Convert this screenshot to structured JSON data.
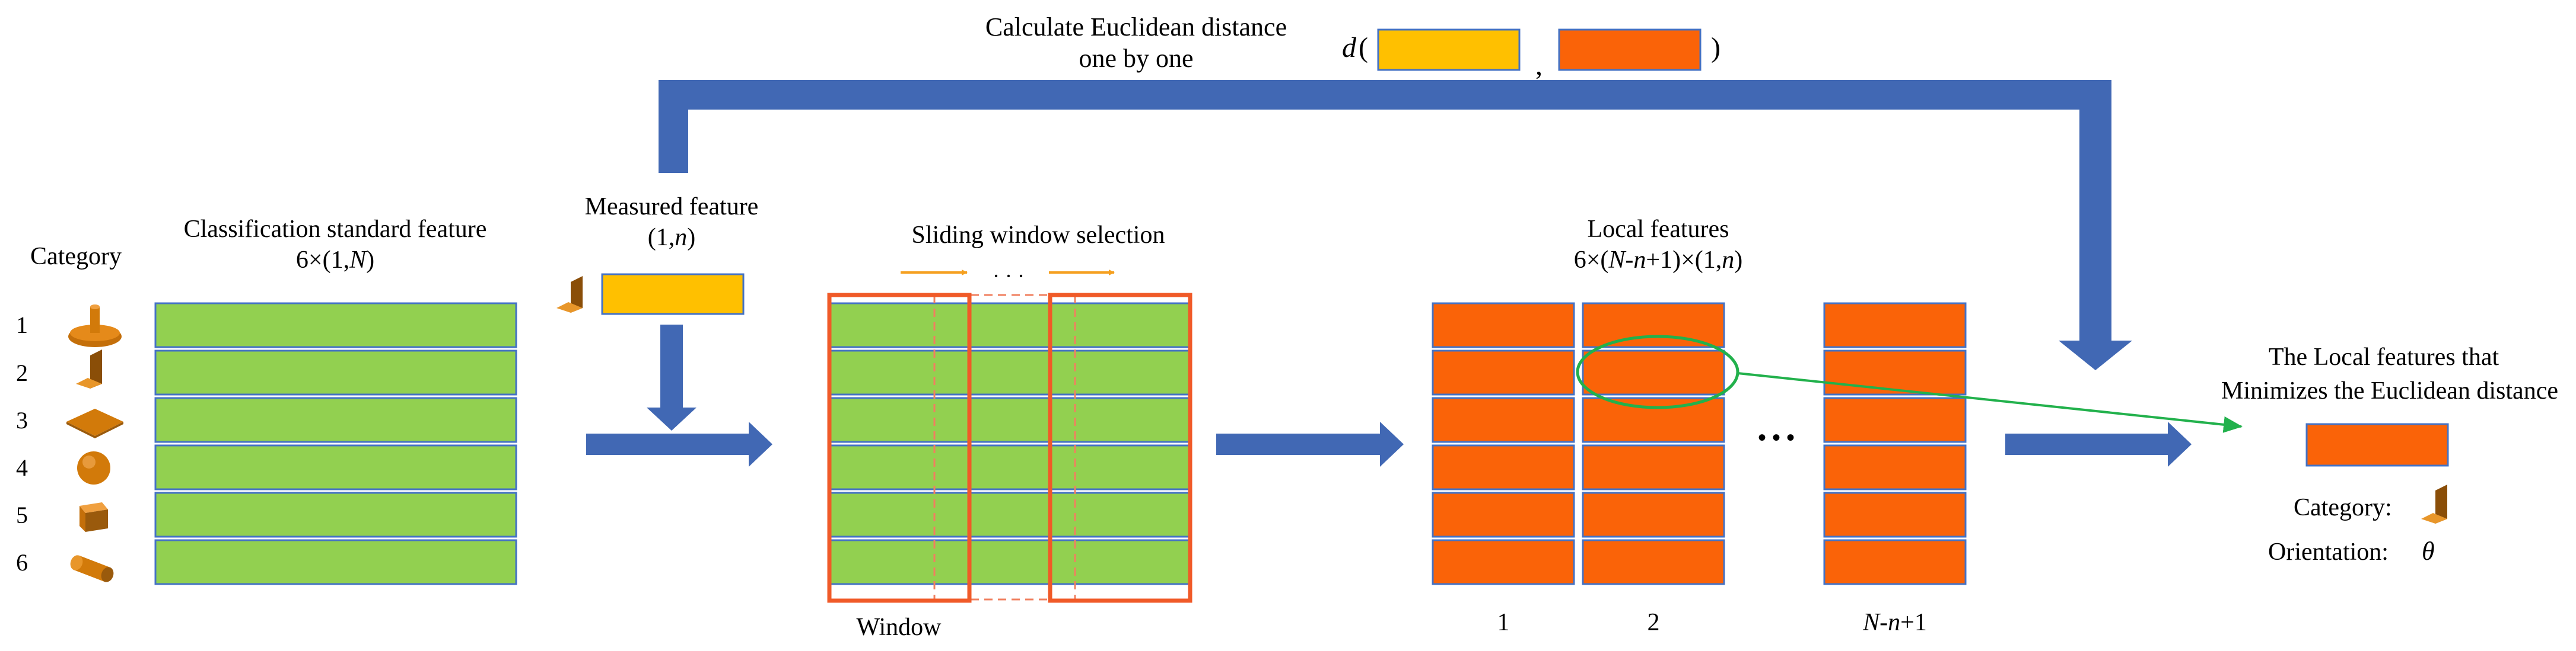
{
  "top": {
    "caption_line1": "Calculate Euclidean distance",
    "caption_line2": "one by one",
    "d_label": "d",
    "open_paren": "(",
    "comma": ",",
    "close_paren": ")"
  },
  "category": {
    "header": "Category",
    "numbers": [
      "1",
      "2",
      "3",
      "4",
      "5",
      "6"
    ]
  },
  "standard": {
    "title": "Classification standard feature",
    "dim_prefix": "6×(1,",
    "dim_var": "N",
    "dim_suffix": ")"
  },
  "measured": {
    "title": "Measured feature",
    "dim_prefix": "(1,",
    "dim_var": "n",
    "dim_suffix": ")"
  },
  "sliding": {
    "title": "Sliding window selection",
    "dots": "· · ·",
    "window_label": "Window"
  },
  "local": {
    "title": "Local features",
    "dim_prefix": "6×(",
    "dim_var1": "N",
    "dim_mid1": "-",
    "dim_var2": "n",
    "dim_mid2": "+1)×(1,",
    "dim_var3": "n",
    "dim_suffix": ")",
    "col1": "1",
    "col2": "2",
    "col3_var1": "N",
    "col3_mid": "-",
    "col3_var2": "n",
    "col3_suffix": "+1",
    "ellipsis": "• • •"
  },
  "result": {
    "line1": "The Local features that",
    "line2": "Minimizes the Euclidean distance",
    "category_label": "Category:",
    "orientation_label": "Orientation:",
    "theta": "θ"
  },
  "colors": {
    "green": "#92d050",
    "yellow": "#ffc000",
    "orange": "#fa6308",
    "blue_arrow": "#4168b4",
    "cell_border": "#4472c4",
    "window_border": "#f05a28",
    "ellipse": "#22b14c",
    "icon": "#d27a0a"
  },
  "icons": [
    "disc-peg-icon",
    "angle-bracket-icon",
    "diamond-plate-icon",
    "sphere-icon",
    "cube-icon",
    "cylinder-icon"
  ]
}
